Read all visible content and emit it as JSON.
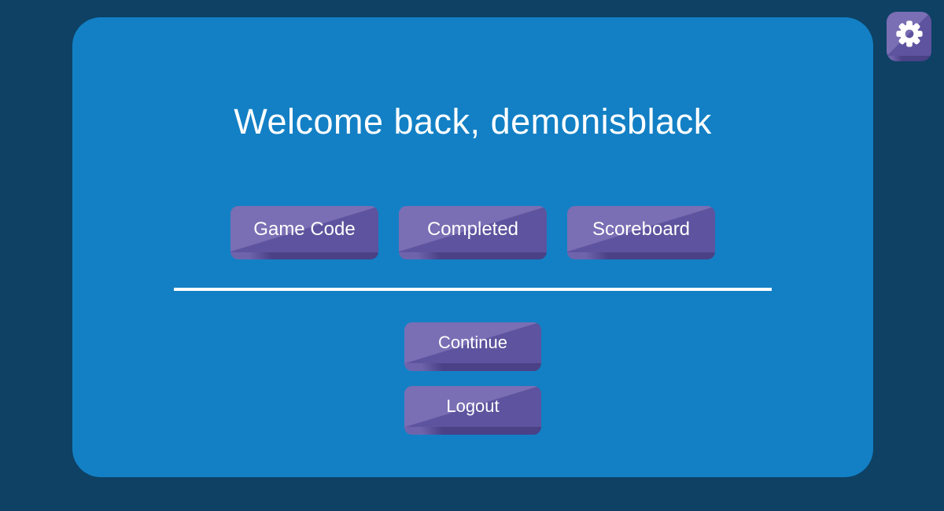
{
  "colors": {
    "background": "#0E4164",
    "panel": "#1380C5",
    "button_highlight": "#7A6EB4",
    "button_face": "#5E539E",
    "button_edge": "#4A4187",
    "button_edge_highlight": "#6F64AC",
    "text": "#FFFFFF"
  },
  "panel": {
    "title": "Welcome back, demonisblack"
  },
  "toolbar": {
    "settings_icon": "gear-icon"
  },
  "menu": {
    "top_buttons": [
      {
        "id": "game-code",
        "label": "Game Code"
      },
      {
        "id": "completed",
        "label": "Completed"
      },
      {
        "id": "scoreboard",
        "label": "Scoreboard"
      }
    ],
    "bottom_buttons": [
      {
        "id": "continue",
        "label": "Continue"
      },
      {
        "id": "logout",
        "label": "Logout"
      }
    ]
  }
}
